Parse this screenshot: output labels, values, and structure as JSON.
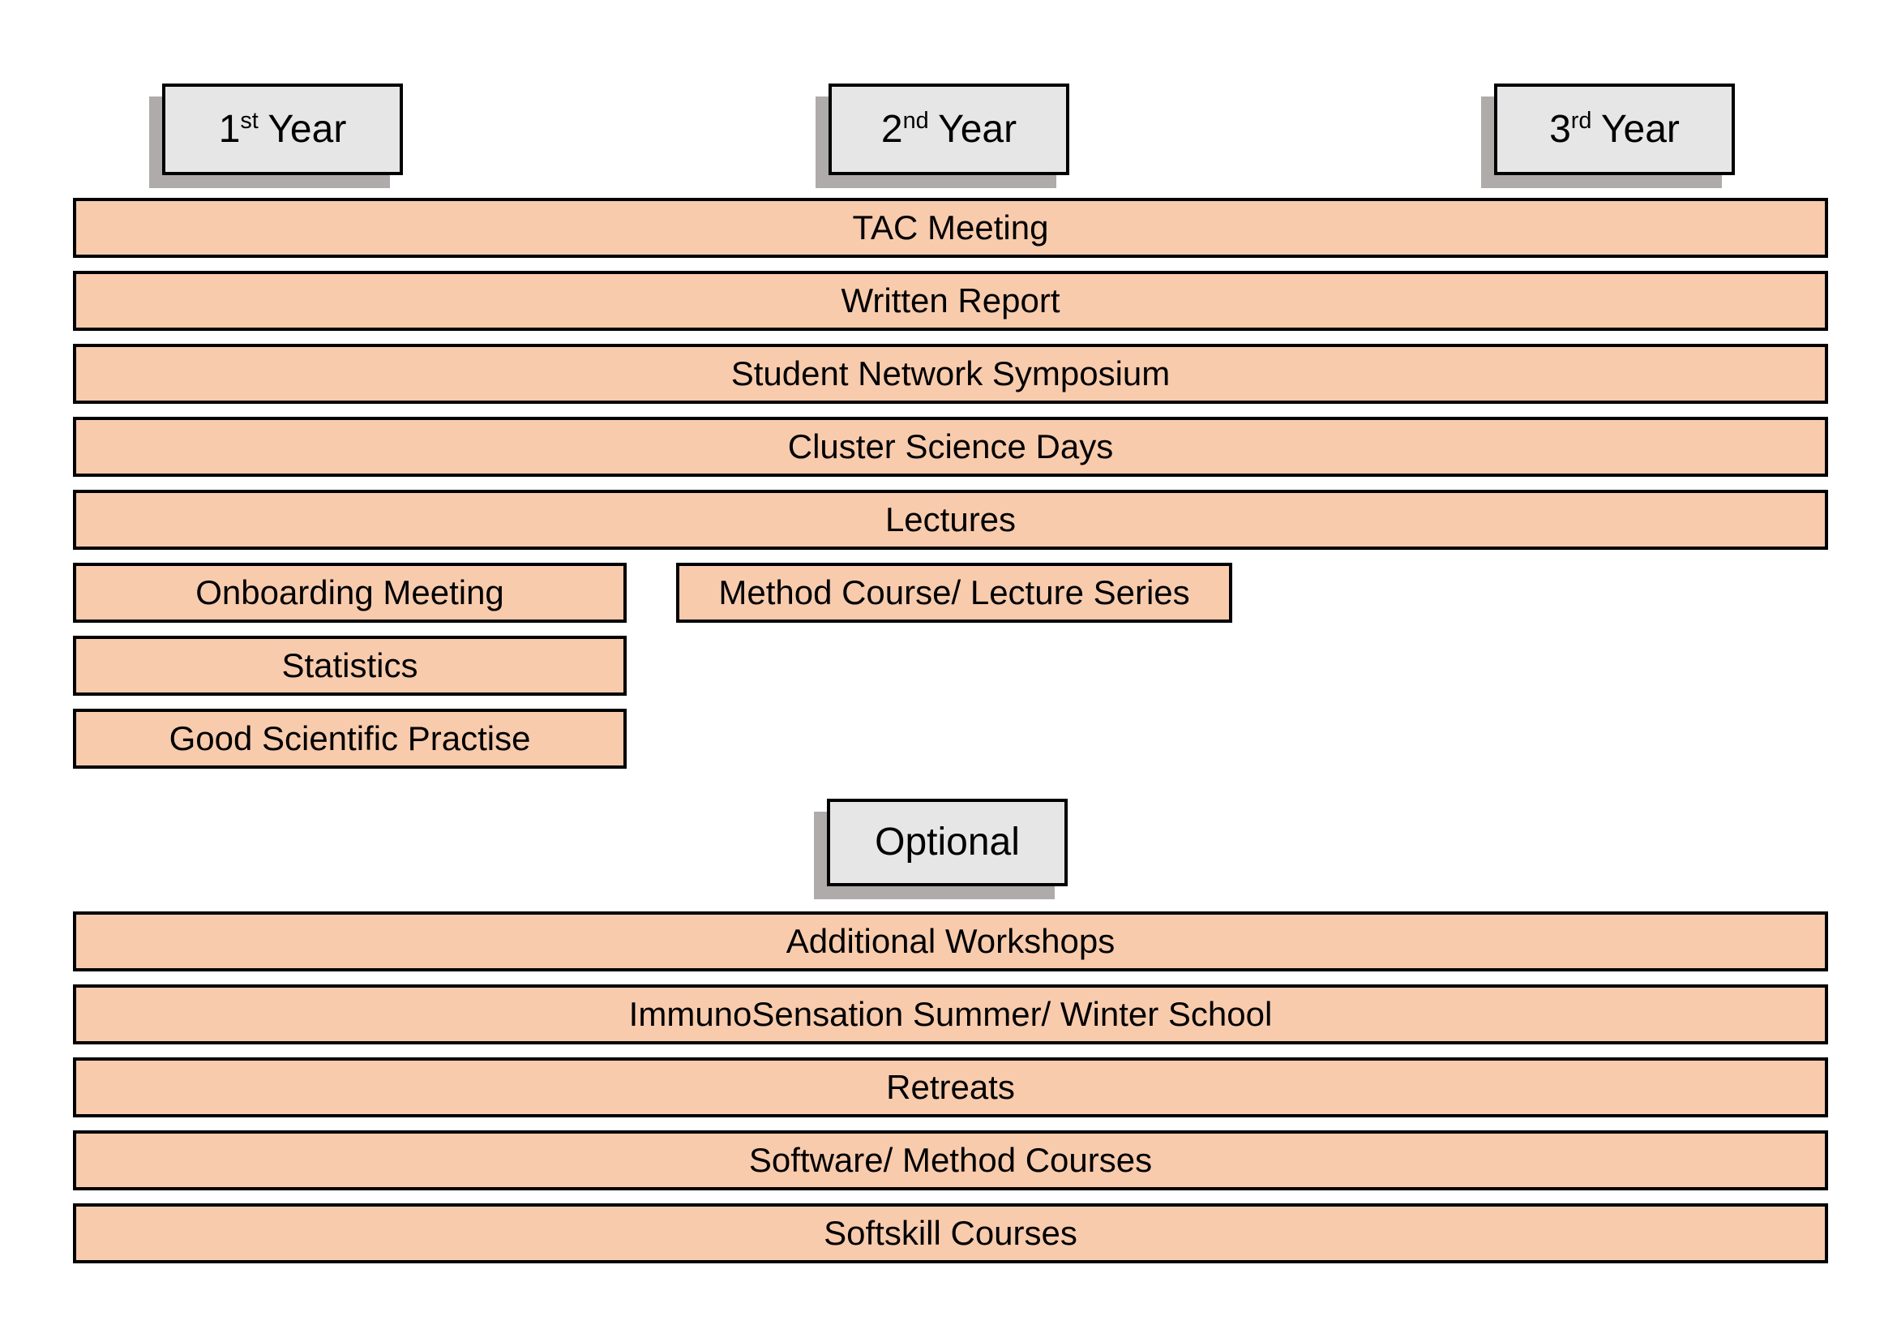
{
  "colors": {
    "bar_fill": "#f8cbad",
    "bar_border": "#000000",
    "box_fill": "#e7e6e6",
    "box_border": "#000000",
    "shadow": "#afabab",
    "text": "#000000",
    "page_bg": "#ffffff"
  },
  "year_boxes": [
    {
      "number": "1",
      "suffix": "st",
      "word": "Year"
    },
    {
      "number": "2",
      "suffix": "nd",
      "word": "Year"
    },
    {
      "number": "3",
      "suffix": "rd",
      "word": "Year"
    }
  ],
  "optional_header": {
    "label": "Optional"
  },
  "core_bars": {
    "full_width": [
      "TAC Meeting",
      "Written Report",
      "Student Network Symposium",
      "Cluster Science Days",
      "Lectures"
    ],
    "first_year": [
      "Onboarding Meeting",
      "Statistics",
      "Good Scientific Practise"
    ],
    "method_course": "Method Course/ Lecture Series"
  },
  "optional_bars": [
    "Additional Workshops",
    "ImmunoSensation Summer/ Winter School",
    "Retreats",
    "Software/ Method Courses",
    "Softskill Courses"
  ]
}
